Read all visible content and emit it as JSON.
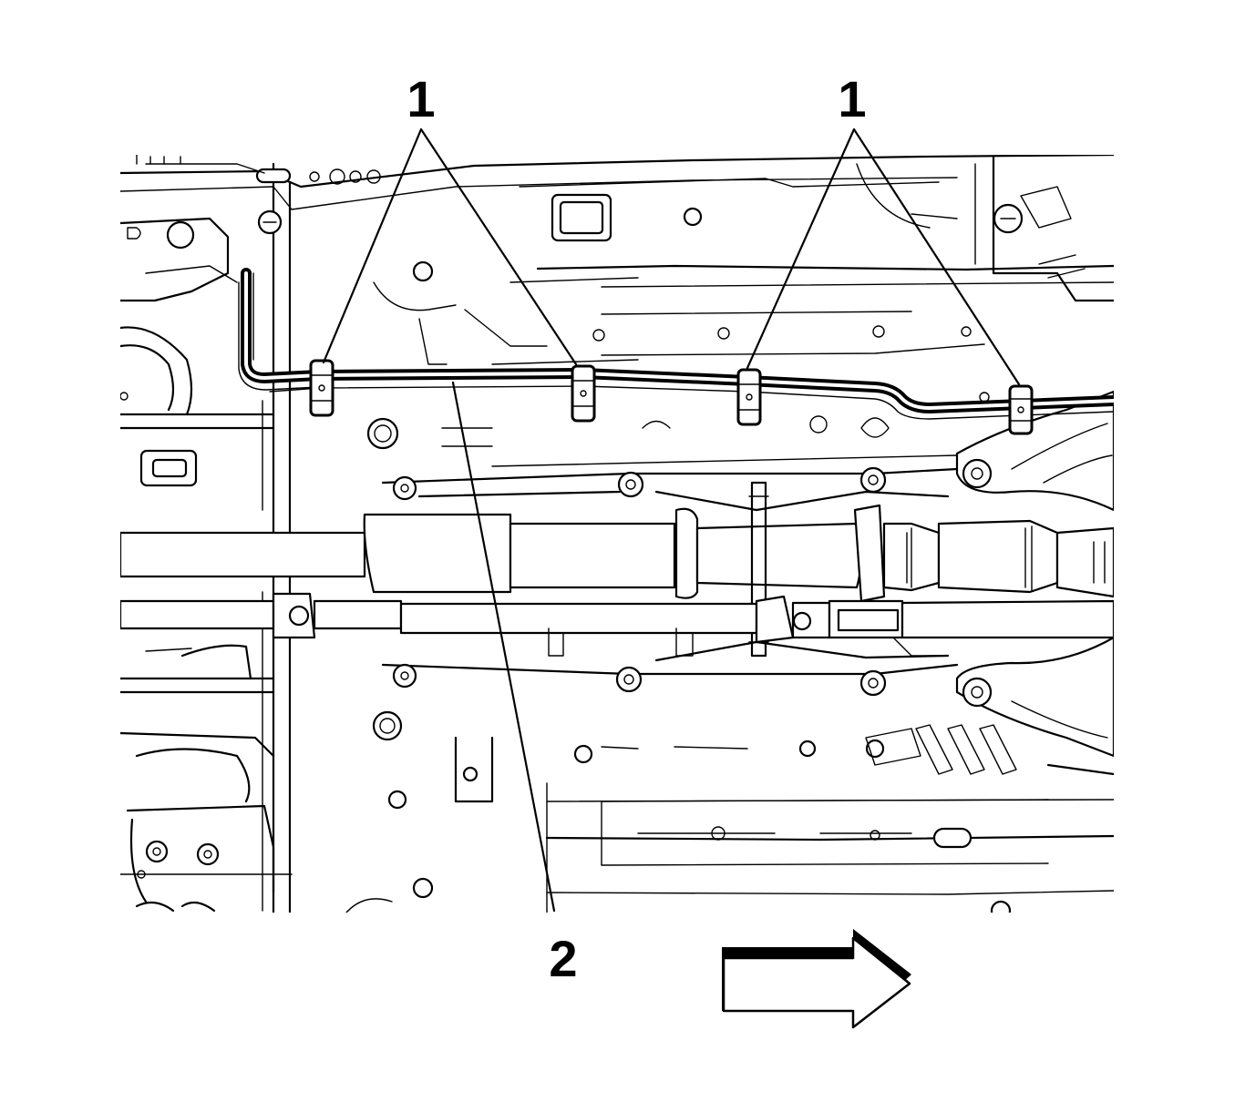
{
  "callouts": {
    "clip_left": "1",
    "clip_right": "1",
    "line": "2"
  },
  "direction_arrow": {
    "icon": "forward-arrow-icon",
    "direction": "right"
  },
  "colors": {
    "line": "#000000",
    "background": "#ffffff"
  }
}
